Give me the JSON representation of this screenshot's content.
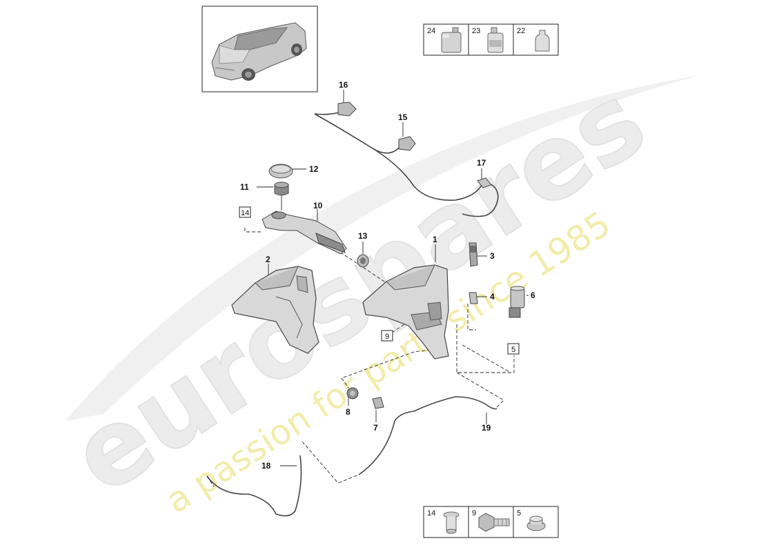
{
  "watermark": {
    "brand": "eurospares",
    "tagline": "a passion for parts since 1985"
  },
  "top_legend": [
    {
      "number": "24",
      "part": "canister-icon"
    },
    {
      "number": "23",
      "part": "fluid-bottle-icon"
    },
    {
      "number": "22",
      "part": "small-bottle-icon"
    }
  ],
  "bottom_legend": [
    {
      "number": "14",
      "part": "push-clip-icon"
    },
    {
      "number": "9",
      "part": "bolt-icon"
    },
    {
      "number": "5",
      "part": "nut-icon"
    }
  ],
  "callouts": {
    "c1": "1",
    "c2": "2",
    "c3": "3",
    "c4": "4",
    "c5": "5",
    "c6": "6",
    "c7": "7",
    "c8": "8",
    "c9": "9",
    "c10": "10",
    "c11": "11",
    "c12": "12",
    "c13": "13",
    "c14": "14",
    "c15": "15",
    "c16": "16",
    "c17": "17",
    "c18": "18",
    "c19": "19"
  },
  "colors": {
    "line": "#222222",
    "part_fill": "#d9d9d9",
    "part_dark": "#6e6e6e",
    "watermark_grey": "#e6e6e6",
    "watermark_yellow": "#efeaa0"
  }
}
